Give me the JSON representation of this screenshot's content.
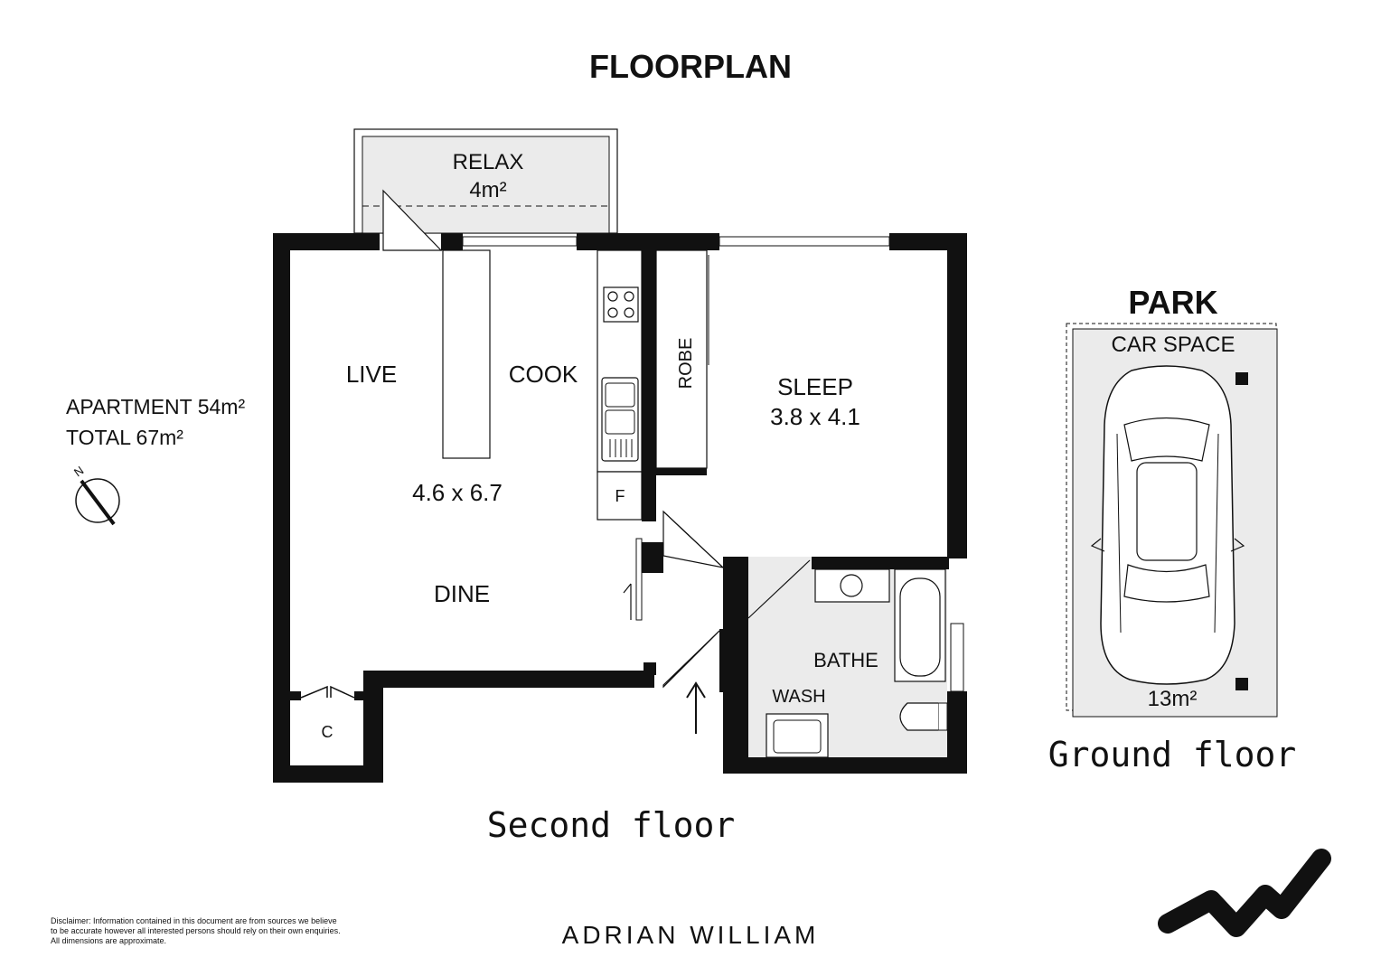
{
  "title": "FLOORPLAN",
  "areas": {
    "apartment_label": "APARTMENT",
    "apartment_value": "54m²",
    "total_label": "TOTAL",
    "total_value": "67m²"
  },
  "compass": {
    "letter": "N"
  },
  "rooms": {
    "relax_name": "RELAX",
    "relax_area": "4m²",
    "live": "LIVE",
    "cook": "COOK",
    "living_dims": "4.6 x 6.7",
    "dine": "DINE",
    "fridge": "F",
    "robe": "ROBE",
    "sleep_name": "SLEEP",
    "sleep_dims": "3.8 x 4.1",
    "bathe": "BATHE",
    "wash": "WASH",
    "cupboard": "C"
  },
  "park": {
    "heading": "PARK",
    "label": "CAR SPACE",
    "area": "13m²"
  },
  "floors": {
    "second": "Second floor",
    "ground": "Ground floor"
  },
  "disclaimer": [
    "Disclaimer: Information contained in this document are from sources we believe",
    "to be accurate however all interested persons should rely on their own enquiries.",
    "All dimensions are approximate."
  ],
  "brand": "ADRIAN WILLIAM",
  "colors": {
    "wall": "#111111",
    "fill": "#ebebeb"
  }
}
